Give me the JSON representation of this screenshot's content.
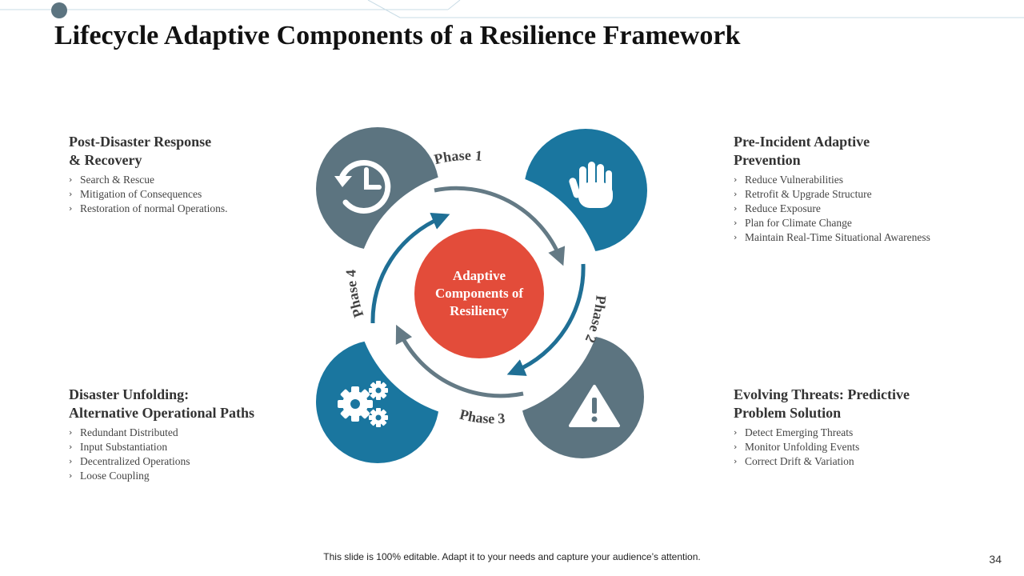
{
  "slide": {
    "title": "Lifecycle Adaptive Components of  a Resilience Framework",
    "footer": "This slide is 100% editable. Adapt it to your needs and capture your audience’s attention.",
    "page_number": "34"
  },
  "colors": {
    "slate": "#5c7480",
    "teal": "#1a769f",
    "red": "#e34c3a",
    "arrow_blue": "#1f6f95",
    "arrow_gray": "#647a85"
  },
  "center": {
    "line1": "Adaptive",
    "line2": "Components of",
    "line3": "Resiliency"
  },
  "phases": [
    "Phase 1",
    "Phase 2",
    "Phase 3",
    "Phase 4"
  ],
  "icons": {
    "top_left": "history-clock-icon",
    "top_right": "stop-hand-icon",
    "bottom_left": "gears-icon",
    "bottom_right": "warning-triangle-icon"
  },
  "blocks": {
    "top_left": {
      "title_line1": "Post-Disaster Response",
      "title_line2": "& Recovery",
      "items": [
        "Search & Rescue",
        "Mitigation of Consequences",
        "Restoration of normal Operations."
      ]
    },
    "top_right": {
      "title_line1": "Pre-Incident Adaptive",
      "title_line2": "Prevention",
      "items": [
        "Reduce Vulnerabilities",
        "Retrofit & Upgrade Structure",
        "Reduce Exposure",
        "Plan for Climate Change",
        "Maintain Real-Time Situational Awareness"
      ]
    },
    "bottom_left": {
      "title_line1": "Disaster Unfolding:",
      "title_line2": "Alternative Operational Paths",
      "items": [
        "Redundant Distributed",
        "Input Substantiation",
        "Decentralized Operations",
        "Loose Coupling"
      ]
    },
    "bottom_right": {
      "title_line1": "Evolving Threats: Predictive",
      "title_line2": "Problem Solution",
      "items": [
        "Detect  Emerging Threats",
        "Monitor Unfolding Events",
        "Correct Drift & Variation"
      ]
    }
  }
}
